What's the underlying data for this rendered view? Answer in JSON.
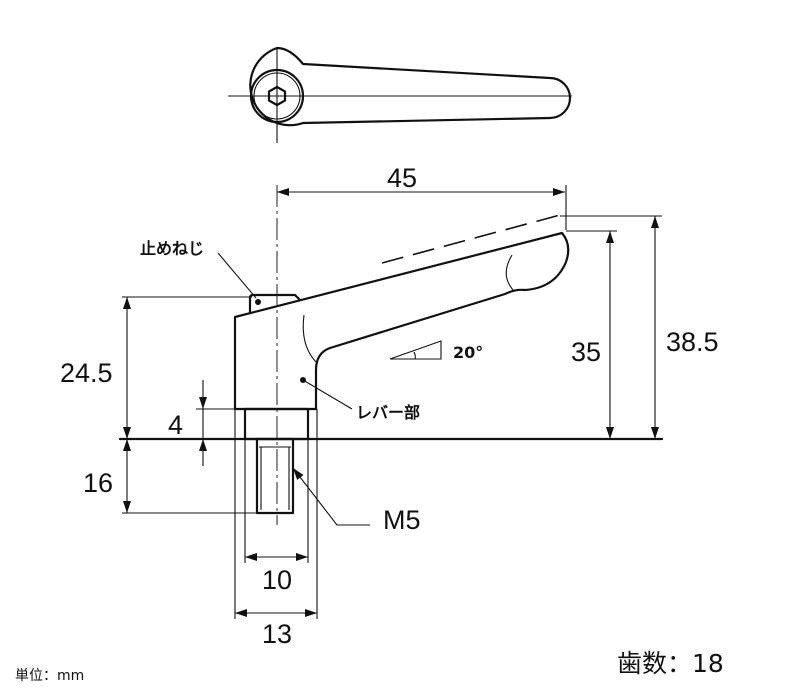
{
  "drawing": {
    "dimensions": {
      "length": "45",
      "total_height": "38.5",
      "lever_height": "35",
      "body_height": "24.5",
      "base_height": "4",
      "thread_length": "16",
      "base_width": "10",
      "body_width": "13"
    },
    "labels": {
      "set_screw": "止めねじ",
      "lever_part": "レバー部",
      "thread": "M5",
      "angle": "20°"
    },
    "unit": "単位：mm",
    "teeth": "歯数：18"
  }
}
